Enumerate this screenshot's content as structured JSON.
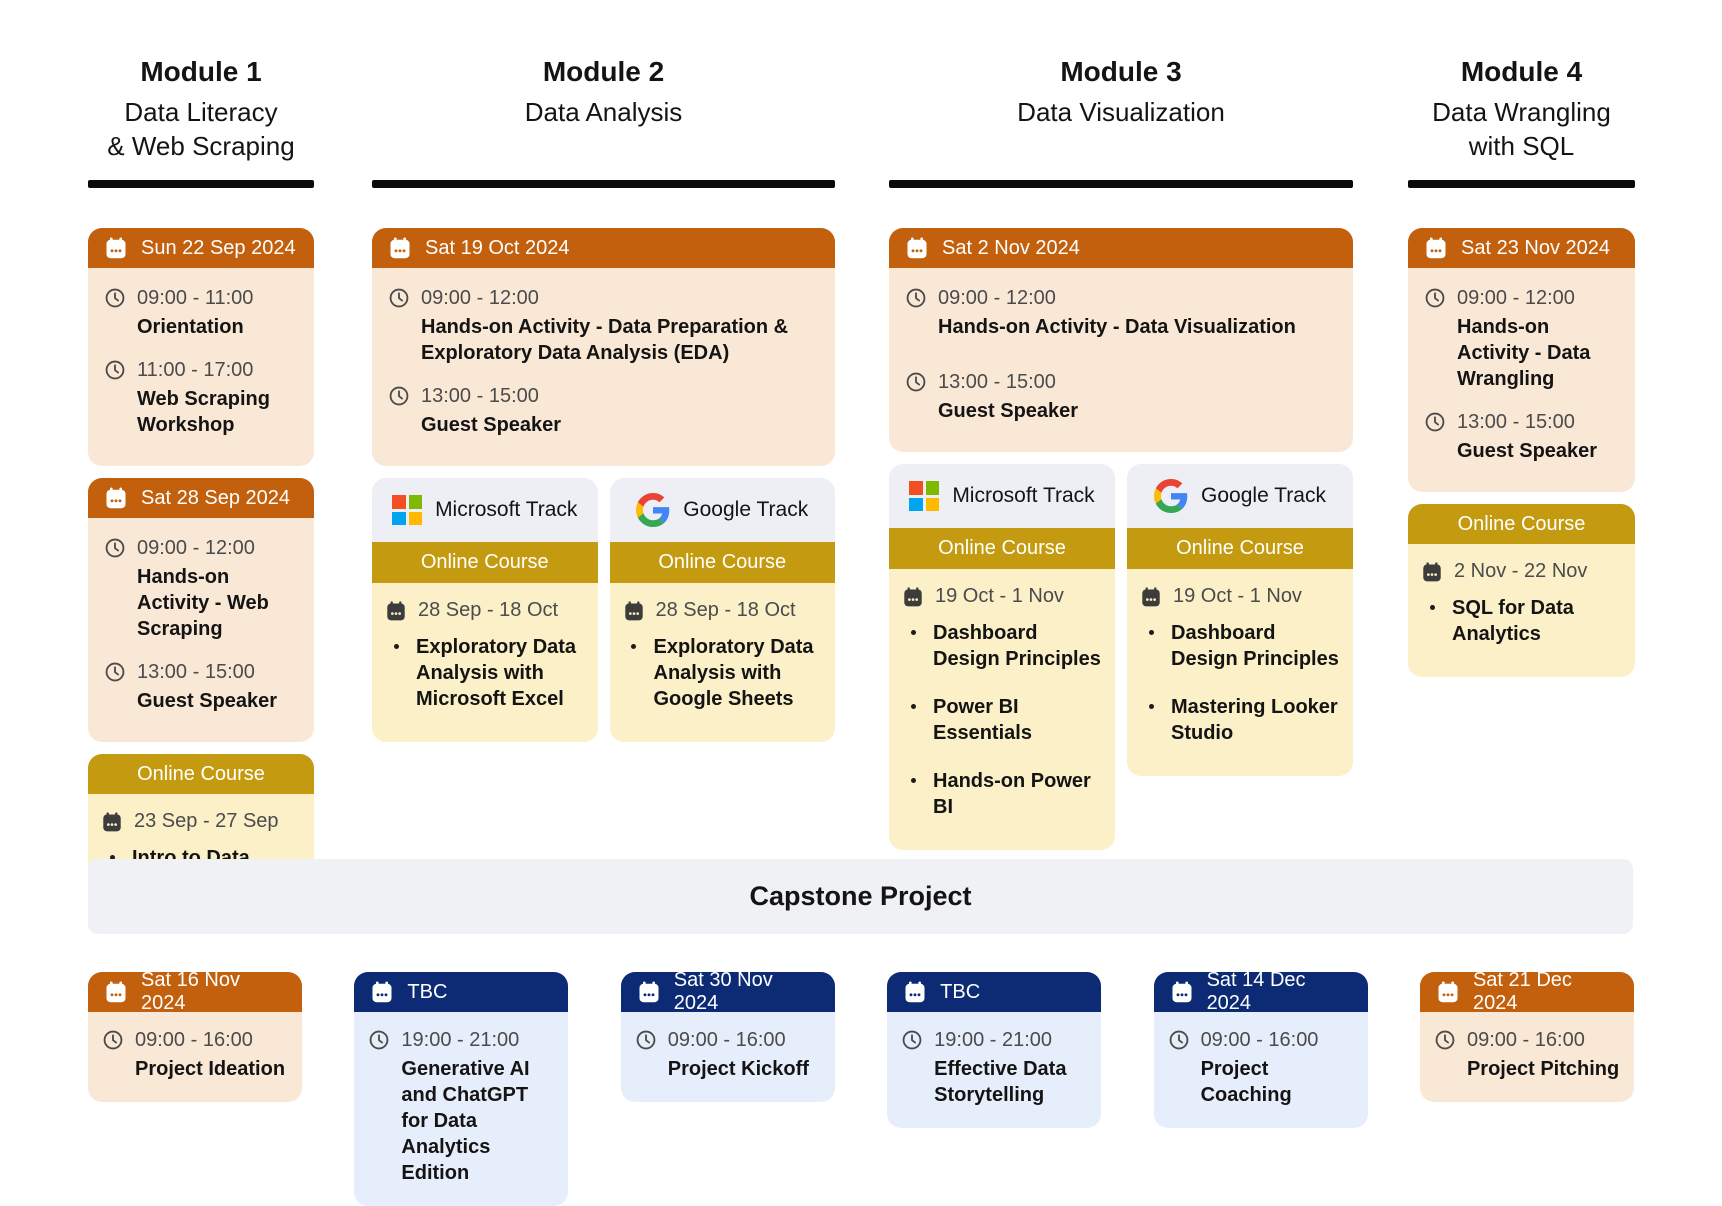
{
  "theme": {
    "orange": "#C2600E",
    "gold": "#C49B10",
    "navy": "#0D2B75",
    "peach": "#FAE8D6",
    "lightYellow": "#FBF0C7",
    "lightBlue": "#E6EDFB",
    "trackGray": "#EDEFF4",
    "bannerGray": "#EFF1F5"
  },
  "icons": {
    "calendar": "calendar-icon",
    "clock": "clock-icon",
    "microsoft": "microsoft-logo-icon",
    "google": "google-logo-icon"
  },
  "modules": [
    {
      "title": "Module 1",
      "subtitle": "Data Literacy\n& Web Scraping",
      "sessions": [
        {
          "date": "Sun 22 Sep 2024",
          "items": [
            {
              "time": "09:00 - 11:00",
              "name": "Orientation"
            },
            {
              "time": "11:00 - 17:00",
              "name": "Web Scraping Workshop"
            }
          ]
        },
        {
          "date": "Sat 28 Sep 2024",
          "items": [
            {
              "time": "09:00 - 12:00",
              "name": "Hands-on Activity - Web Scraping"
            },
            {
              "time": "13:00 - 15:00",
              "name": "Guest Speaker"
            }
          ]
        }
      ],
      "online_course": {
        "label": "Online Course",
        "range": "23 Sep - 27 Sep",
        "courses": [
          "Intro to Data Science"
        ]
      }
    },
    {
      "title": "Module 2",
      "subtitle": "Data Analysis",
      "sessions": [
        {
          "date": "Sat 19 Oct 2024",
          "items": [
            {
              "time": "09:00 - 12:00",
              "name": "Hands-on Activity - Data Preparation & Exploratory Data Analysis (EDA)"
            },
            {
              "time": "13:00 - 15:00",
              "name": "Guest Speaker"
            }
          ]
        }
      ],
      "tracks": [
        {
          "name": "Microsoft Track",
          "logo": "microsoft-logo-icon",
          "band": "Online Course",
          "range": "28 Sep - 18 Oct",
          "courses": [
            "Exploratory Data Analysis with Microsoft Excel"
          ]
        },
        {
          "name": "Google Track",
          "logo": "google-logo-icon",
          "band": "Online Course",
          "range": "28 Sep - 18 Oct",
          "courses": [
            "Exploratory Data Analysis with Google Sheets"
          ]
        }
      ]
    },
    {
      "title": "Module 3",
      "subtitle": "Data Visualization",
      "sessions": [
        {
          "date": "Sat 2 Nov 2024",
          "items": [
            {
              "time": "09:00 - 12:00",
              "name": "Hands-on Activity - Data Visualization"
            },
            {
              "time": "13:00 - 15:00",
              "name": "Guest Speaker"
            }
          ]
        }
      ],
      "tracks": [
        {
          "name": "Microsoft Track",
          "logo": "microsoft-logo-icon",
          "band": "Online Course",
          "range": "19 Oct - 1 Nov",
          "courses": [
            "Dashboard Design Principles",
            "Power BI Essentials",
            "Hands-on Power BI"
          ]
        },
        {
          "name": "Google Track",
          "logo": "google-logo-icon",
          "band": "Online Course",
          "range": "19 Oct - 1 Nov",
          "courses": [
            "Dashboard Design Principles",
            "Mastering Looker Studio"
          ]
        }
      ]
    },
    {
      "title": "Module 4",
      "subtitle": "Data Wrangling\nwith SQL",
      "sessions": [
        {
          "date": "Sat 23 Nov 2024",
          "items": [
            {
              "time": "09:00 - 12:00",
              "name": "Hands-on Activity - Data Wrangling"
            },
            {
              "time": "13:00 - 15:00",
              "name": "Guest Speaker"
            }
          ]
        }
      ],
      "online_course": {
        "label": "Online Course",
        "range": "2 Nov - 22 Nov",
        "courses": [
          "SQL for Data Analytics"
        ]
      }
    }
  ],
  "capstone": {
    "title": "Capstone Project"
  },
  "capstone_events": [
    {
      "date": "Sat 16 Nov 2024",
      "theme": "orange",
      "time": "09:00 - 16:00",
      "name": "Project Ideation"
    },
    {
      "date": "TBC",
      "theme": "navy",
      "time": "19:00 - 21:00",
      "name": "Generative AI and ChatGPT for Data Analytics Edition"
    },
    {
      "date": "Sat 30 Nov 2024",
      "theme": "navy",
      "time": "09:00 - 16:00",
      "name": "Project Kickoff"
    },
    {
      "date": "TBC",
      "theme": "navy",
      "time": "19:00 - 21:00",
      "name": "Effective Data Storytelling"
    },
    {
      "date": "Sat 14 Dec 2024",
      "theme": "navy",
      "time": "09:00 - 16:00",
      "name": "Project Coaching"
    },
    {
      "date": "Sat 21 Dec 2024",
      "theme": "orange",
      "time": "09:00 - 16:00",
      "name": "Project Pitching"
    }
  ]
}
